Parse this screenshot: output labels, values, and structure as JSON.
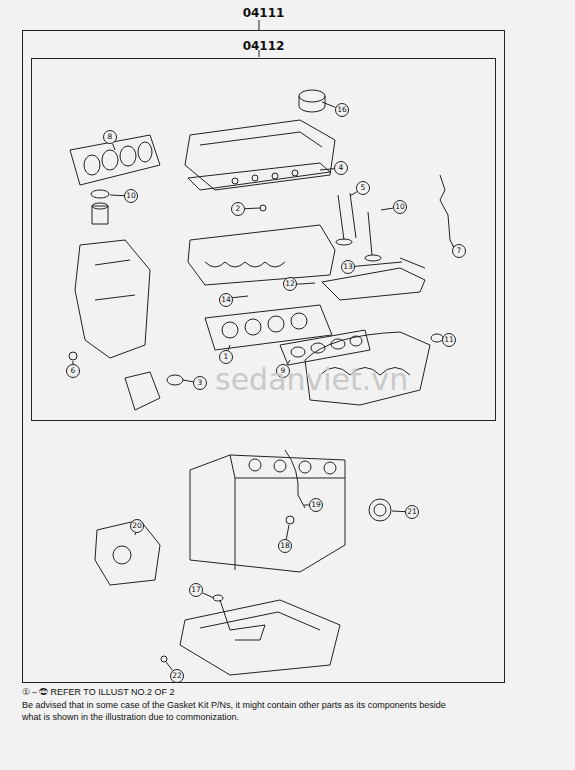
{
  "diagram": {
    "nodes": [
      {
        "text": [
          "04111"
        ]
      },
      {
        "text": [
          "04112"
        ],
        "in": 0
      }
    ],
    "labels": [
      "16",
      "8",
      "4",
      "5",
      "10",
      "2",
      "10",
      "7",
      "13",
      "12",
      "14",
      "11",
      "1",
      "6",
      "9",
      "3",
      "sedanviet.vn",
      "19",
      "21",
      "18",
      "20",
      "17",
      "22",
      "①～㉒ REFER TO ILLUST NO.2 OF 2",
      "Be advised that in some case of the Gasket Kit P/Ns, it might contain other parts as its components beside what is shown in the illustration due to commonization."
    ]
  }
}
